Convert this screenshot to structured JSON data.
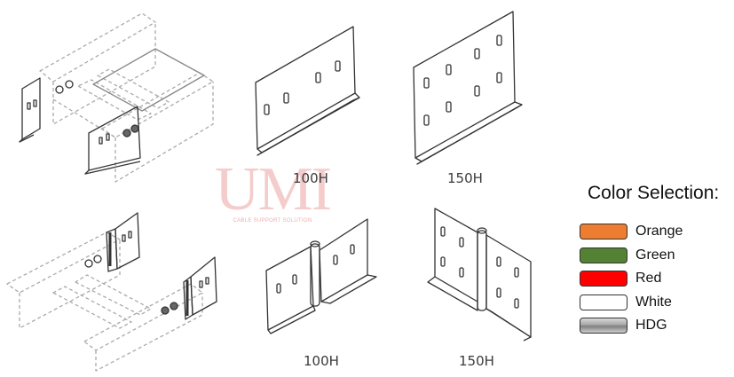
{
  "watermark": {
    "letters": "UMI",
    "subtitle": "CABLE SUPPORT SOLUTION"
  },
  "labels": {
    "top_100": "100H",
    "top_150": "150H",
    "bottom_100": "100H",
    "bottom_150": "150H"
  },
  "legend": {
    "title": "Color Selection:",
    "items": [
      {
        "label": "Orange",
        "color": "#ED7D31"
      },
      {
        "label": "Green",
        "color": "#548235"
      },
      {
        "label": "Red",
        "color": "#FF0000"
      },
      {
        "label": "White",
        "color": "#FFFFFF"
      },
      {
        "label": "HDG",
        "color": "#A6A6A6"
      }
    ]
  }
}
